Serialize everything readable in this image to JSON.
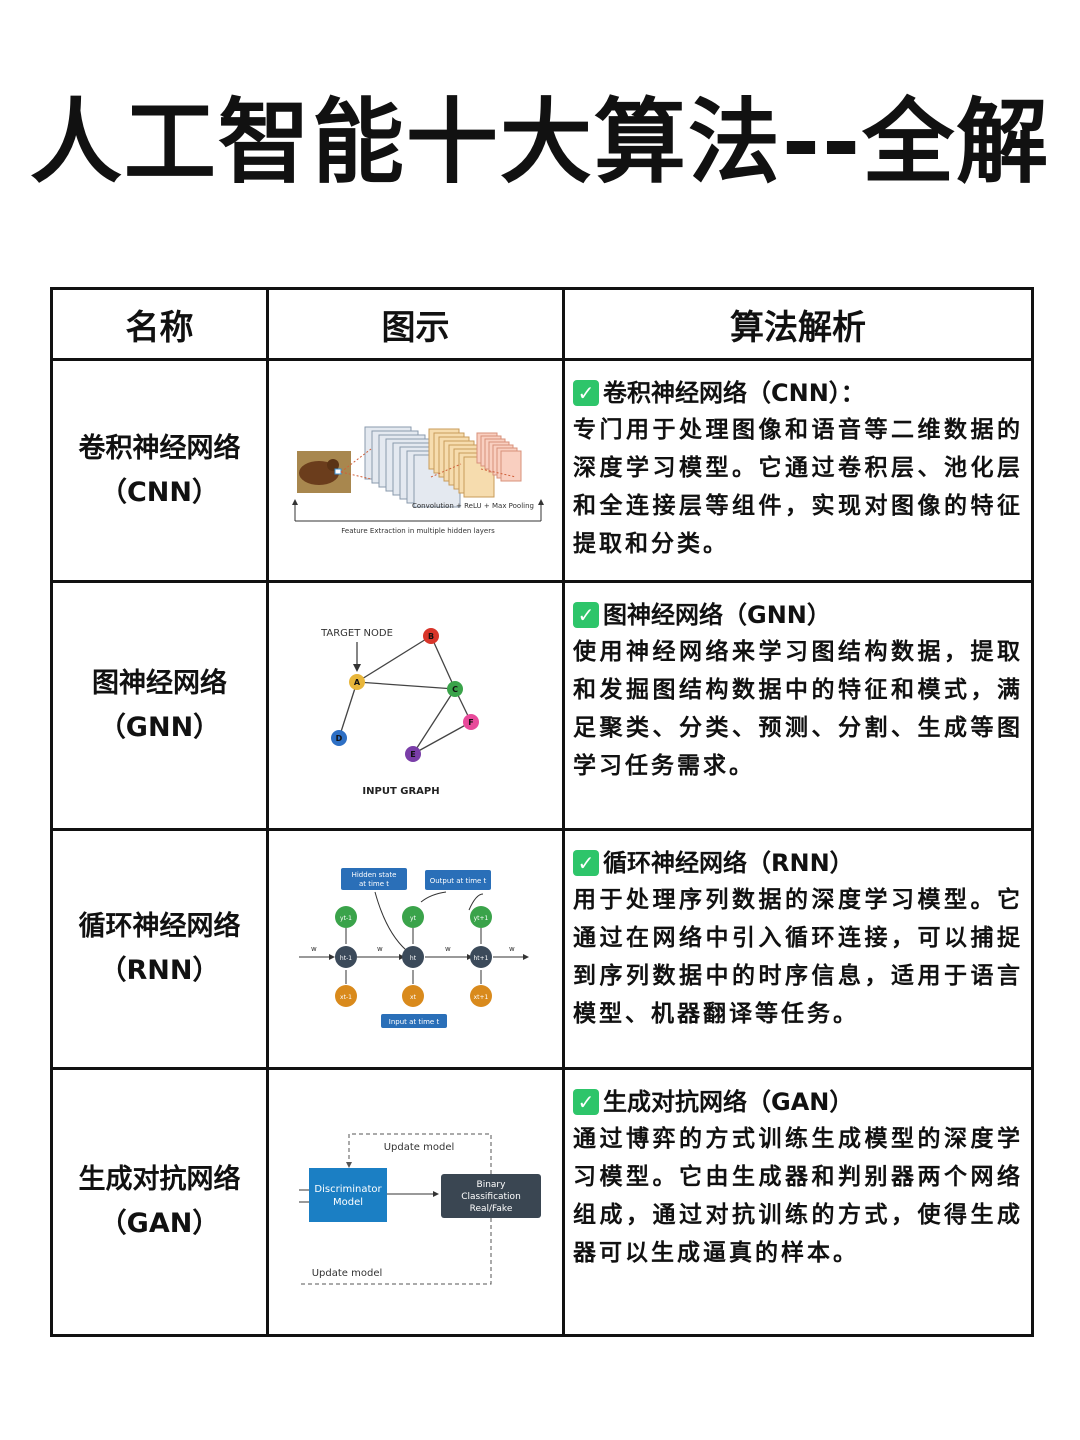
{
  "title": "人工智能十大算法--全解",
  "table": {
    "headers": [
      "名称",
      "图示",
      "算法解析"
    ],
    "rows": [
      {
        "name_line1": "卷积神经网络",
        "name_line2": "（CNN）",
        "desc_title": "卷积神经网络（CNN）：",
        "desc_body": "专门用于处理图像和语音等二维数据的深度学习模型。它通过卷积层、池化层和全连接层等组件，实现对图像的特征提取和分类。",
        "diagram": {
          "label_top": "Convolution + ReLU + Max Pooling",
          "label_bottom": "Feature Extraction in multiple hidden layers"
        }
      },
      {
        "name_line1": "图神经网络",
        "name_line2": "（GNN）",
        "desc_title": "图神经网络（GNN）",
        "desc_body": "使用神经网络来学习图结构数据，提取和发掘图结构数据中的特征和模式，满足聚类、分类、预测、分割、生成等图学习任务需求。",
        "diagram": {
          "target_label": "TARGET NODE",
          "caption": "INPUT GRAPH",
          "nodes": [
            {
              "id": "A",
              "color": "#e8b63a"
            },
            {
              "id": "B",
              "color": "#d8352a"
            },
            {
              "id": "C",
              "color": "#3aa34a"
            },
            {
              "id": "D",
              "color": "#2d6fc4"
            },
            {
              "id": "E",
              "color": "#7a3ea8"
            },
            {
              "id": "F",
              "color": "#e84a9a"
            }
          ]
        }
      },
      {
        "name_line1": "循环神经网络",
        "name_line2": "（RNN）",
        "desc_title": "循环神经网络（RNN）",
        "desc_body": "用于处理序列数据的深度学习模型。它通过在网络中引入循环连接，可以捕捉到序列数据中的时序信息，适用于语言模型、机器翻译等任务。",
        "diagram": {
          "hidden_label_1": "Hidden state",
          "hidden_label_2": "at time t",
          "output_label": "Output at time t",
          "input_label": "Input at time t",
          "w": "w",
          "y_prev": "yt-1",
          "y_cur": "yt",
          "y_next": "yt+1",
          "h_prev": "ht-1",
          "h_cur": "ht",
          "h_next": "ht+1",
          "x_prev": "xt-1",
          "x_cur": "xt",
          "x_next": "xt+1"
        }
      },
      {
        "name_line1": "生成对抗网络",
        "name_line2": "（GAN）",
        "desc_title": "生成对抗网络（GAN）",
        "desc_body": "通过博弈的方式训练生成模型的深度学习模型。它由生成器和判别器两个网络组成，通过对抗训练的方式，使得生成器可以生成逼真的样本。",
        "diagram": {
          "update_top": "Update model",
          "update_bottom": "Update model",
          "disc_1": "Discriminator",
          "disc_2": "Model",
          "bin_1": "Binary",
          "bin_2": "Classification",
          "bin_3": "Real/Fake"
        }
      }
    ]
  },
  "colors": {
    "check": "#2ec56a",
    "disc_box": "#1b7fc4",
    "bin_box": "#3a4652",
    "rnn_box": "#2a6fb8",
    "rnn_h": "#3b4a5a",
    "rnn_y": "#3aa34a",
    "rnn_x": "#d98a1c"
  }
}
